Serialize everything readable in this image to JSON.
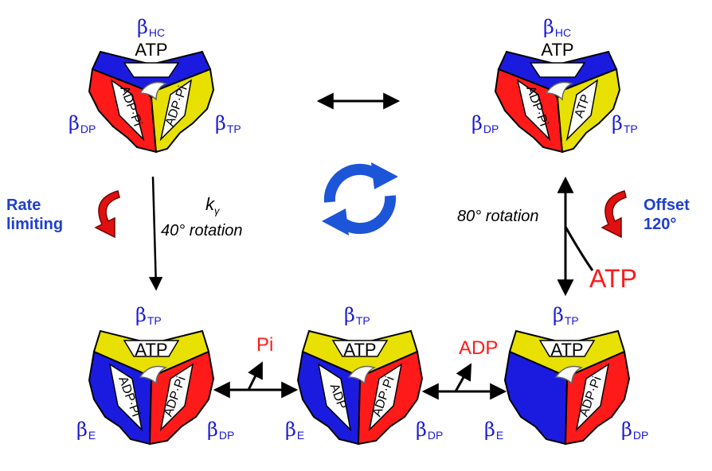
{
  "complexes": {
    "top_left": {
      "top": "β",
      "top_sub": "HC",
      "left": "β",
      "left_sub": "DP",
      "right": "β",
      "right_sub": "TP",
      "center": "ATP",
      "left_site": "ADP·Pi",
      "right_site": "ADP·Pi"
    },
    "top_right": {
      "top": "β",
      "top_sub": "HC",
      "left": "β",
      "left_sub": "DP",
      "right": "β",
      "right_sub": "TP",
      "center": "ATP",
      "left_site": "ADP·Pi",
      "right_site": "ATP"
    },
    "bottom_left": {
      "top": "β",
      "top_sub": "TP",
      "left": "β",
      "left_sub": "E",
      "right": "β",
      "right_sub": "DP",
      "center": "ATP",
      "left_site": "ADP·Pi",
      "right_site": "ADP·Pi"
    },
    "bottom_mid": {
      "top": "β",
      "top_sub": "TP",
      "left": "β",
      "left_sub": "E",
      "right": "β",
      "right_sub": "DP",
      "center": "ATP",
      "left_site": "ADP",
      "right_site": "ADP·Pi"
    },
    "bottom_right": {
      "top": "β",
      "top_sub": "TP",
      "left": "β",
      "left_sub": "E",
      "right": "β",
      "right_sub": "DP",
      "center": "ATP",
      "left_site": "",
      "right_site": "ADP·Pi"
    }
  },
  "labels": {
    "rate_limiting": "Rate\nlimiting",
    "k_symbol": "k",
    "k_sub": "γ",
    "rotation_40": "40° rotation",
    "rotation_80": "80° rotation",
    "offset": "Offset\n120°",
    "atp_in": "ATP",
    "pi_release": "Pi",
    "adp_release": "ADP"
  },
  "colors": {
    "beta_label": "#1a1ad6",
    "red_subunit": "#ff1a1a",
    "blue_subunit": "#1b1be0",
    "yellow_subunit": "#e8e000",
    "cycle_icon": "#1d55d8",
    "curved_arrow": "#e01010"
  },
  "icons": [
    "cycle-icon",
    "curved-arrow-icon"
  ]
}
